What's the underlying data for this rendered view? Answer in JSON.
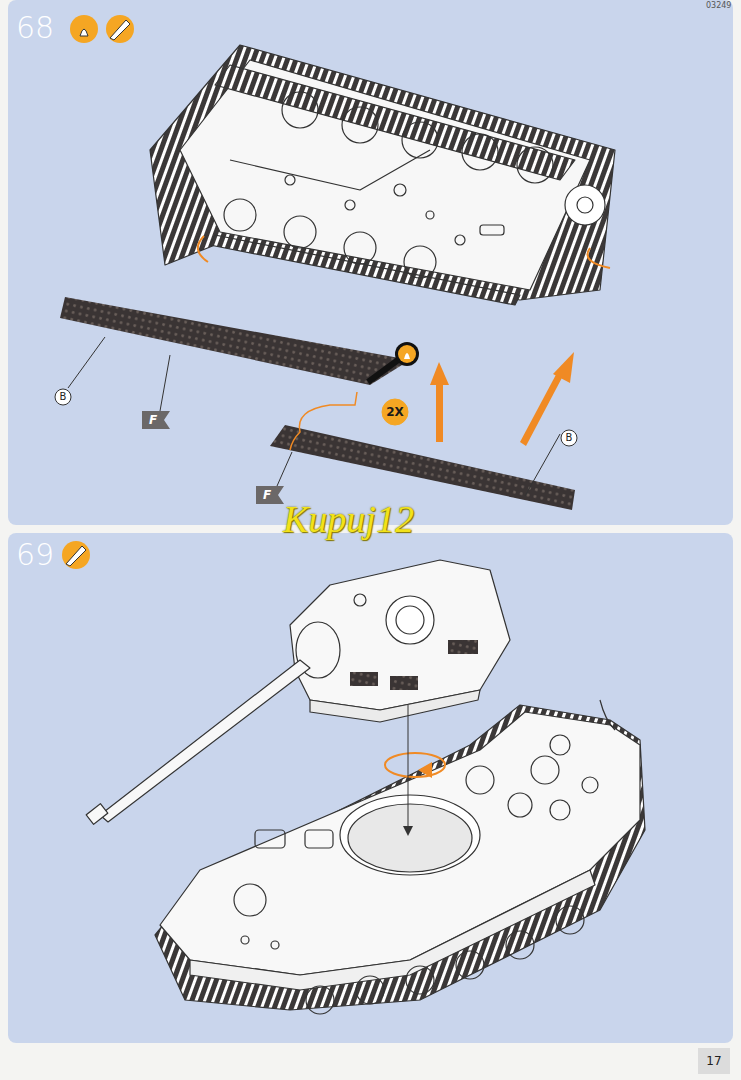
{
  "diagram": {
    "nodes": [
      {
        "text": [
          "B"
        ]
      },
      {
        "text": [
          "F"
        ]
      },
      {
        "text": [
          "2X"
        ]
      },
      {
        "text": [
          "B"
        ]
      },
      {
        "text": [
          "F"
        ]
      },
      {
        "text": [
          "17"
        ]
      }
    ],
    "labels": [
      "68",
      "69",
      "Kupuj12",
      "03249"
    ]
  }
}
